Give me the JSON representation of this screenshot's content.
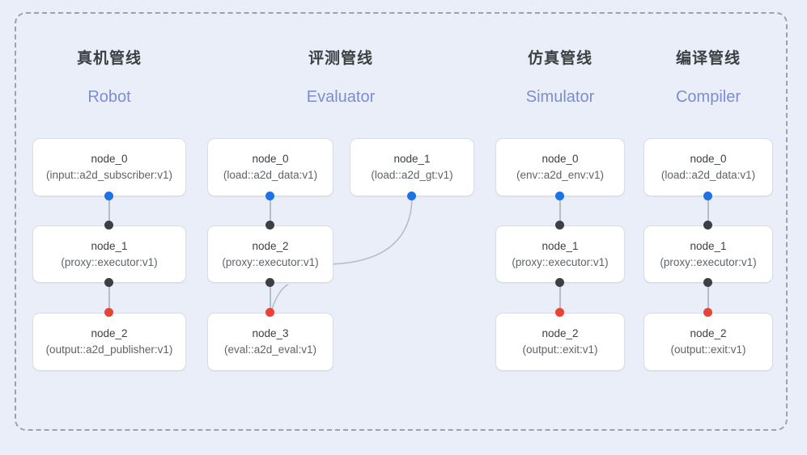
{
  "diagram": {
    "title_colors": {
      "background": "#e9eef8",
      "panel_border": "#9aa2b1",
      "card_background": "#ffffff",
      "card_border": "#dadce0",
      "input_dot": "#1a73e8",
      "link_dot": "#3c4043",
      "output_dot": "#ea4335",
      "edge": "#b6bcc9",
      "heading": "#3c4043",
      "subheading": "#7b8ed4"
    },
    "columns": [
      {
        "title": "真机管线",
        "subtitle": "Robot",
        "nodes": [
          {
            "id": "node_0",
            "type": "(input::a2d_subscriber:v1)"
          },
          {
            "id": "node_1",
            "type": "(proxy::executor:v1)"
          },
          {
            "id": "node_2",
            "type": "(output::a2d_publisher:v1)"
          }
        ]
      },
      {
        "title": "评测管线",
        "subtitle": "Evaluator",
        "nodes": [
          {
            "id": "node_0",
            "type": "(load::a2d_data:v1)"
          },
          {
            "id": "node_1",
            "type": "(load::a2d_gt:v1)"
          },
          {
            "id": "node_2",
            "type": "(proxy::executor:v1)"
          },
          {
            "id": "node_3",
            "type": "(eval::a2d_eval:v1)"
          }
        ]
      },
      {
        "title": "仿真管线",
        "subtitle": "Simulator",
        "nodes": [
          {
            "id": "node_0",
            "type": "(env::a2d_env:v1)"
          },
          {
            "id": "node_1",
            "type": "(proxy::executor:v1)"
          },
          {
            "id": "node_2",
            "type": "(output::exit:v1)"
          }
        ]
      },
      {
        "title": "编译管线",
        "subtitle": "Compiler",
        "nodes": [
          {
            "id": "node_0",
            "type": "(load::a2d_data:v1)"
          },
          {
            "id": "node_1",
            "type": "(proxy::executor:v1)"
          },
          {
            "id": "node_2",
            "type": "(output::exit:v1)"
          }
        ]
      }
    ]
  }
}
